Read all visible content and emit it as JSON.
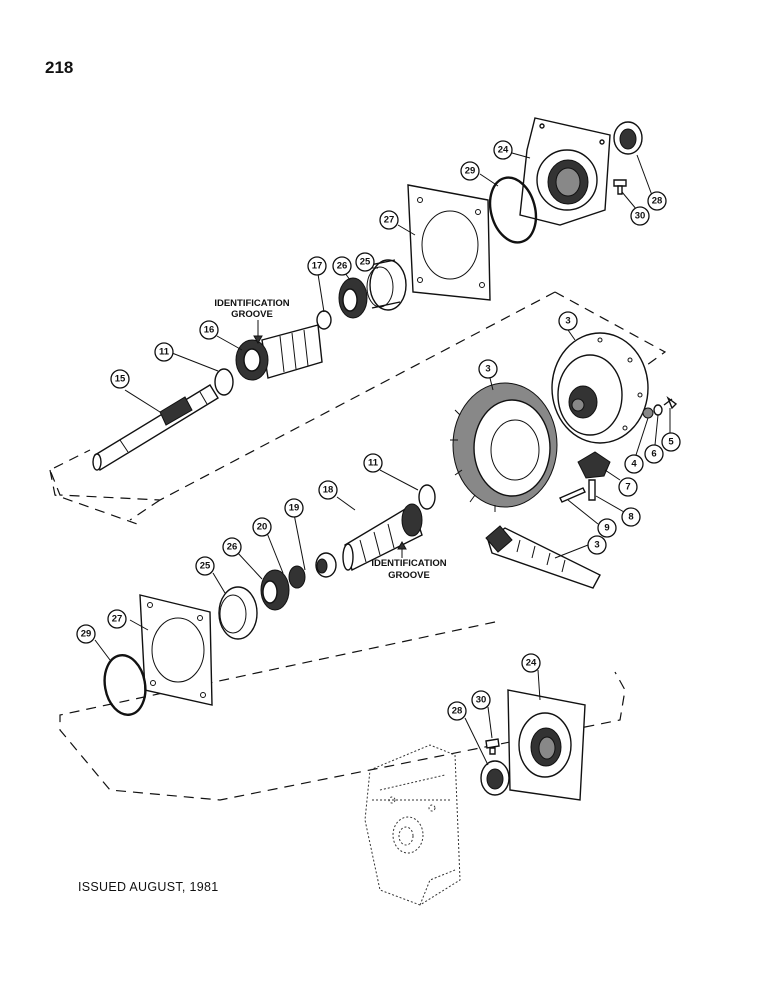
{
  "page": {
    "number": "218",
    "issued": "ISSUED AUGUST, 1981"
  },
  "labels": {
    "upper_id_groove_line1": "IDENTIFICATION",
    "upper_id_groove_line2": "GROOVE",
    "lower_id_groove_line1": "IDENTIFICATION",
    "lower_id_groove_line2": "GROOVE"
  },
  "callouts": {
    "c24_top": "24",
    "c28_top": "28",
    "c29_top": "29",
    "c30_top": "30",
    "c27_top": "27",
    "c25_top": "25",
    "c26_top": "26",
    "c17": "17",
    "c16": "16",
    "c11_top": "11",
    "c15": "15",
    "c3_housing": "3",
    "c3_ring": "3",
    "c4": "4",
    "c6": "6",
    "c5": "5",
    "c7": "7",
    "c8": "8",
    "c9": "9",
    "c3_pinion": "3",
    "c11_mid": "11",
    "c18": "18",
    "c19": "19",
    "c20": "20",
    "c26_low": "26",
    "c25_low": "25",
    "c27_low": "27",
    "c29_low": "29",
    "c24_low": "24",
    "c30_low": "30",
    "c28_low": "28"
  }
}
